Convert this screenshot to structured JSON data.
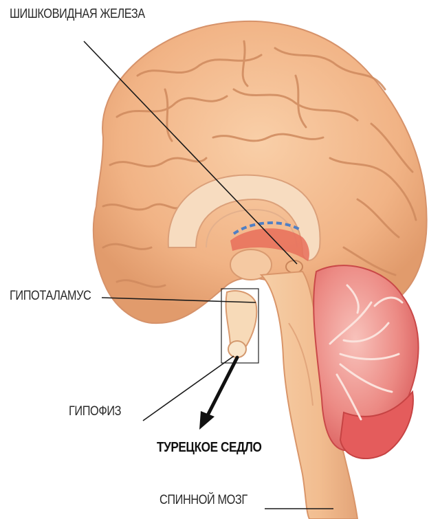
{
  "labels": {
    "pineal": "ШИШКОВИДНАЯ ЖЕЛЕЗА",
    "hypothalamus": "ГИПОТАЛАМУС",
    "pituitary": "ГИПОФИЗ",
    "sella": "ТУРЕЦКОЕ СЕДЛО",
    "spinal": "СПИННОЙ МОЗГ"
  },
  "colors": {
    "cortex": "#f2b98c",
    "cortex_dark": "#d99569",
    "cortex_light": "#f9d2b0",
    "cerebellum": "#e76f6f",
    "cerebellum_light": "#f6b7b0",
    "blue_ventricle": "#4f7fc4",
    "line": "#1a1a1a"
  }
}
